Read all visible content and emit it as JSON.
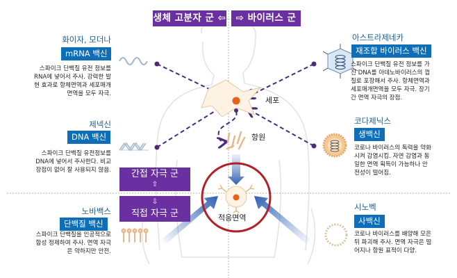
{
  "header": {
    "left_label": "생체 고분자 군 ⇦",
    "right_label": "⇨ 바이러스 군"
  },
  "vaccines": [
    {
      "company": "화이자, 모더나",
      "type": "mRNA 백신",
      "description": [
        "스파이크 단백질 유전 정보를",
        "RNA에 넣어서 주사. 강력한 발",
        "현 효과로 항체면역과 세포매개",
        "면역을 모두 자극."
      ],
      "icon": "mrna-wave-icon"
    },
    {
      "company": "아스트라제네카",
      "type": "재조합 바이러스 백신",
      "description": [
        "스파이크 단백질 유전 정보를 가",
        "진 DNA를 아데노바이러스의 껍",
        "질로 포장해서 주사. 항체면역과",
        "세포매개면역을 모두 자극. 장기",
        "간 면역 자극의 장점."
      ],
      "icon": "adenovirus-icon"
    },
    {
      "company": "제넥신",
      "type": "DNA 백신",
      "description": [
        "스파이크 단백질 유전정보를",
        "DNA에 넣어서 주사한다. 비교",
        "장점이 없어 잘 사용되지 않음."
      ],
      "icon": "dna-helix-icon"
    },
    {
      "company": "코다제닉스",
      "type": "생백신",
      "description": [
        "코로나 바이러스의 독력을 약화",
        "시켜 감염시킴. 자연 감염과 동",
        "일한 면역 획득이 가능하나 안",
        "전성이 떨어짐."
      ],
      "icon": "live-virus-icon"
    },
    {
      "company": "노바백스",
      "type": "단백질 백신",
      "description": [
        "스파이크 단백질을 인공적으로",
        "합성 정제하여 주사. 면역 자극",
        "은 약하지만 안전."
      ],
      "icon": "spike-proteins-icon"
    },
    {
      "company": "시노벡",
      "type": "사백신",
      "description": [
        "코로나 바이러스를 배양해 모은",
        "뒤 파괴해 주사. 면역 자극은 떨",
        "어지나 항원 표적이 다양."
      ],
      "icon": "inactivated-virus-icon"
    }
  ],
  "center": {
    "cell_label": "세포",
    "antigen_label": "항원",
    "adaptive_label": "적응면역"
  },
  "stimulation": {
    "indirect": "간접 자극 군",
    "indirect_arrow": "⇧",
    "direct_arrow": "⇩",
    "direct": "직접 자극 군"
  },
  "colors": {
    "header_purple": "#6a2fa0",
    "type_blue": "#0e6eb8",
    "company_text": "#1d5d8a",
    "arrow_purple": "#4a2a7a",
    "immune_circle": "#b0202a",
    "cell_nucleus": "#e8621a"
  }
}
